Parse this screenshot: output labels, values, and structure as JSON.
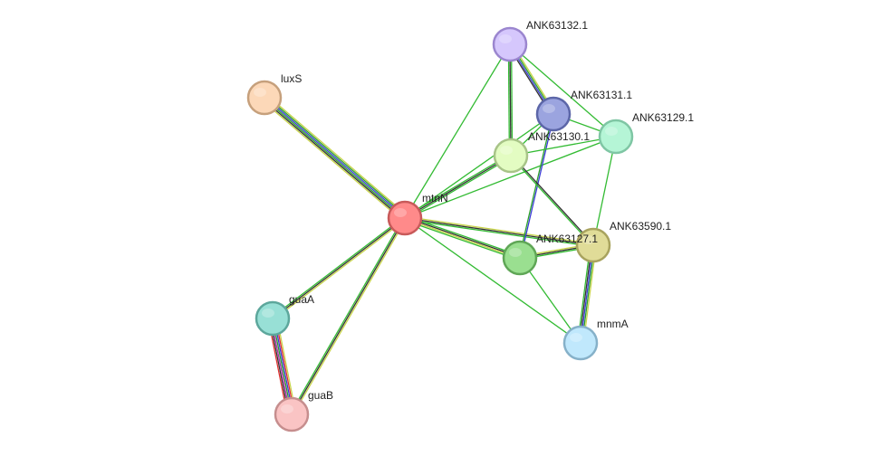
{
  "network": {
    "nodes": [
      {
        "id": "mtnN",
        "label": "mtnN",
        "fill": "#ff8a8a",
        "stroke": "#c85a5a"
      },
      {
        "id": "luxS",
        "label": "luxS",
        "fill": "#fcd8b8",
        "stroke": "#c6a07c"
      },
      {
        "id": "ANK63132.1",
        "label": "ANK63132.1",
        "fill": "#d5c7fc",
        "stroke": "#9b86cf"
      },
      {
        "id": "ANK63131.1",
        "label": "ANK63131.1",
        "fill": "#9ba4df",
        "stroke": "#5c66a8"
      },
      {
        "id": "ANK63129.1",
        "label": "ANK63129.1",
        "fill": "#b5f5d6",
        "stroke": "#7fc6a4"
      },
      {
        "id": "ANK63130.1",
        "label": "ANK63130.1",
        "fill": "#e3fcc2",
        "stroke": "#a8c488"
      },
      {
        "id": "ANK63590.1",
        "label": "ANK63590.1",
        "fill": "#e0dc98",
        "stroke": "#a8a35e"
      },
      {
        "id": "ANK63127.1",
        "label": "ANK63127.1",
        "fill": "#9adf90",
        "stroke": "#5fa656"
      },
      {
        "id": "mnmA",
        "label": "mnmA",
        "fill": "#c0e8fc",
        "stroke": "#86b1c9"
      },
      {
        "id": "guaA",
        "label": "guaA",
        "fill": "#98e0d6",
        "stroke": "#5da79c"
      },
      {
        "id": "guaB",
        "label": "guaB",
        "fill": "#fac4c4",
        "stroke": "#c68e8e"
      }
    ],
    "edges": [
      {
        "source": "luxS",
        "target": "mtnN",
        "colors": [
          "#c8d44a",
          "#2ca02c",
          "#3b3bd6",
          "#2ca02c",
          "#333333",
          "#c8d44a"
        ]
      },
      {
        "source": "mtnN",
        "target": "ANK63132.1",
        "colors": [
          "#33bb33"
        ]
      },
      {
        "source": "mtnN",
        "target": "ANK63130.1",
        "colors": [
          "#33bb33",
          "#333333",
          "#33bb33"
        ]
      },
      {
        "source": "mtnN",
        "target": "ANK63131.1",
        "colors": [
          "#33bb33"
        ]
      },
      {
        "source": "mtnN",
        "target": "ANK63129.1",
        "colors": [
          "#33bb33"
        ]
      },
      {
        "source": "mtnN",
        "target": "ANK63590.1",
        "colors": [
          "#c8d44a",
          "#333333",
          "#33bb33"
        ]
      },
      {
        "source": "mtnN",
        "target": "ANK63127.1",
        "colors": [
          "#33bb33",
          "#333333",
          "#c8d44a",
          "#33bb33"
        ]
      },
      {
        "source": "mtnN",
        "target": "mnmA",
        "colors": [
          "#33bb33"
        ]
      },
      {
        "source": "mtnN",
        "target": "guaA",
        "colors": [
          "#c8d44a",
          "#333333",
          "#33bb33"
        ]
      },
      {
        "source": "mtnN",
        "target": "guaB",
        "colors": [
          "#c8d44a",
          "#333333",
          "#33bb33"
        ]
      },
      {
        "source": "guaA",
        "target": "guaB",
        "colors": [
          "#c8d44a",
          "#e03030",
          "#3b3bd6",
          "#2ca02c",
          "#b030b0",
          "#333333",
          "#e03030"
        ]
      },
      {
        "source": "ANK63132.1",
        "target": "ANK63131.1",
        "colors": [
          "#c8d44a",
          "#2ca02c",
          "#3b3bd6",
          "#333333"
        ]
      },
      {
        "source": "ANK63132.1",
        "target": "ANK63130.1",
        "colors": [
          "#33bb33",
          "#333333",
          "#33bb33"
        ]
      },
      {
        "source": "ANK63132.1",
        "target": "ANK63129.1",
        "colors": [
          "#33bb33"
        ]
      },
      {
        "source": "ANK63131.1",
        "target": "ANK63129.1",
        "colors": [
          "#33bb33"
        ]
      },
      {
        "source": "ANK63131.1",
        "target": "ANK63130.1",
        "colors": [
          "#33bb33"
        ]
      },
      {
        "source": "ANK63131.1",
        "target": "ANK63127.1",
        "colors": [
          "#3b3bd6",
          "#2ca02c"
        ]
      },
      {
        "source": "ANK63130.1",
        "target": "ANK63129.1",
        "colors": [
          "#33bb33"
        ]
      },
      {
        "source": "ANK63130.1",
        "target": "ANK63590.1",
        "colors": [
          "#333333",
          "#33bb33"
        ]
      },
      {
        "source": "ANK63129.1",
        "target": "ANK63590.1",
        "colors": [
          "#33bb33"
        ]
      },
      {
        "source": "ANK63127.1",
        "target": "ANK63590.1",
        "colors": [
          "#c8d44a",
          "#333333",
          "#33bb33"
        ]
      },
      {
        "source": "ANK63127.1",
        "target": "mnmA",
        "colors": [
          "#33bb33"
        ]
      },
      {
        "source": "ANK63590.1",
        "target": "mnmA",
        "colors": [
          "#c8d44a",
          "#2ca02c",
          "#3b3bd6",
          "#333333",
          "#33bb33"
        ]
      }
    ]
  }
}
